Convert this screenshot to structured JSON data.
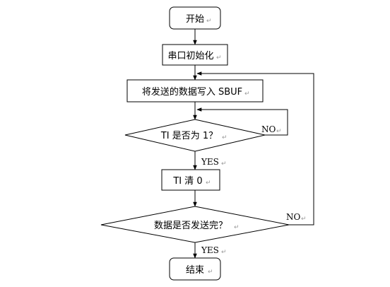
{
  "nodes": {
    "start": "开始",
    "uart_init": "串口初始化",
    "write_sbuf": "将发送的数据写入 SBUF",
    "ti_check": "TI 是否为 1？",
    "ti_clear": "TI 清 0",
    "data_done_check": "数据是否发送完？",
    "end": "结束"
  },
  "edge_labels": {
    "ti_no": "NO",
    "ti_yes": "YES",
    "done_no": "NO",
    "done_yes": "YES"
  },
  "paragraph_mark": "↵"
}
